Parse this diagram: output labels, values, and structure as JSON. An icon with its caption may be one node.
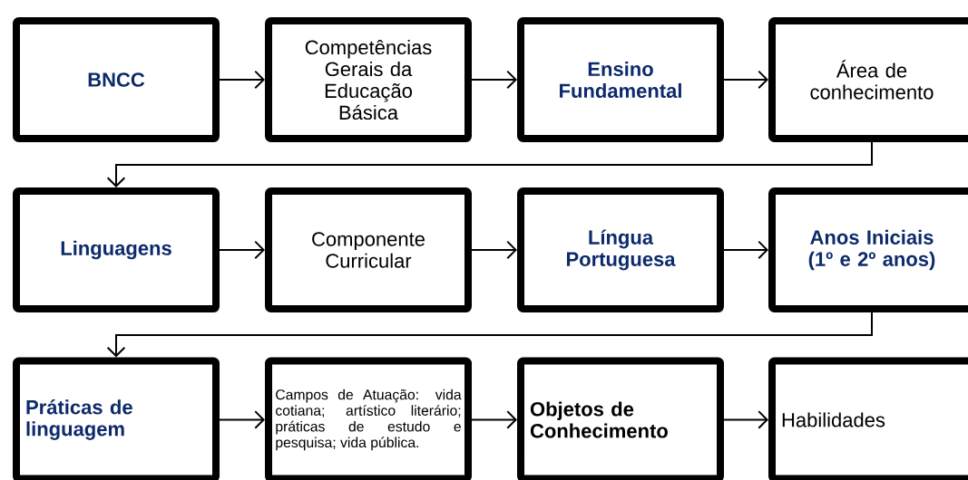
{
  "diagram": {
    "nodes": [
      {
        "text": [
          "BNCC"
        ]
      },
      {
        "text": [
          "Competências Gerais da Educação Básica"
        ]
      },
      {
        "text": [
          "Ensino Fundamental"
        ]
      },
      {
        "text": [
          "Área de conhecimento"
        ]
      },
      {
        "text": [
          "Linguagens"
        ]
      },
      {
        "text": [
          "Componente Curricular"
        ]
      },
      {
        "text": [
          "Língua Portuguesa"
        ]
      },
      {
        "text": [
          "Anos Iniciais (1º e 2º anos)"
        ]
      },
      {
        "text": [
          "Práticas de linguagem"
        ]
      },
      {
        "text": [
          "Campos de Atuação: vida cotiana; artístico literário; práticas de estudo e pesquisa; vida pública."
        ]
      },
      {
        "text": [
          "Objetos de Conhecimento"
        ]
      },
      {
        "text": [
          "Habilidades"
        ]
      }
    ],
    "edges": [
      {
        "from": 0,
        "to": 1,
        "arrow": "to"
      },
      {
        "from": 1,
        "to": 2,
        "arrow": "to"
      },
      {
        "from": 2,
        "to": 3,
        "arrow": "to"
      },
      {
        "from": 3,
        "to": 4,
        "arrow": "to"
      },
      {
        "from": 4,
        "to": 5,
        "arrow": "to"
      },
      {
        "from": 5,
        "to": 6,
        "arrow": "to"
      },
      {
        "from": 6,
        "to": 7,
        "arrow": "to"
      },
      {
        "from": 7,
        "to": 8,
        "arrow": "to"
      },
      {
        "from": 8,
        "to": 9,
        "arrow": "to"
      },
      {
        "from": 9,
        "to": 10,
        "arrow": "to"
      },
      {
        "from": 10,
        "to": 11,
        "arrow": "to"
      }
    ]
  }
}
